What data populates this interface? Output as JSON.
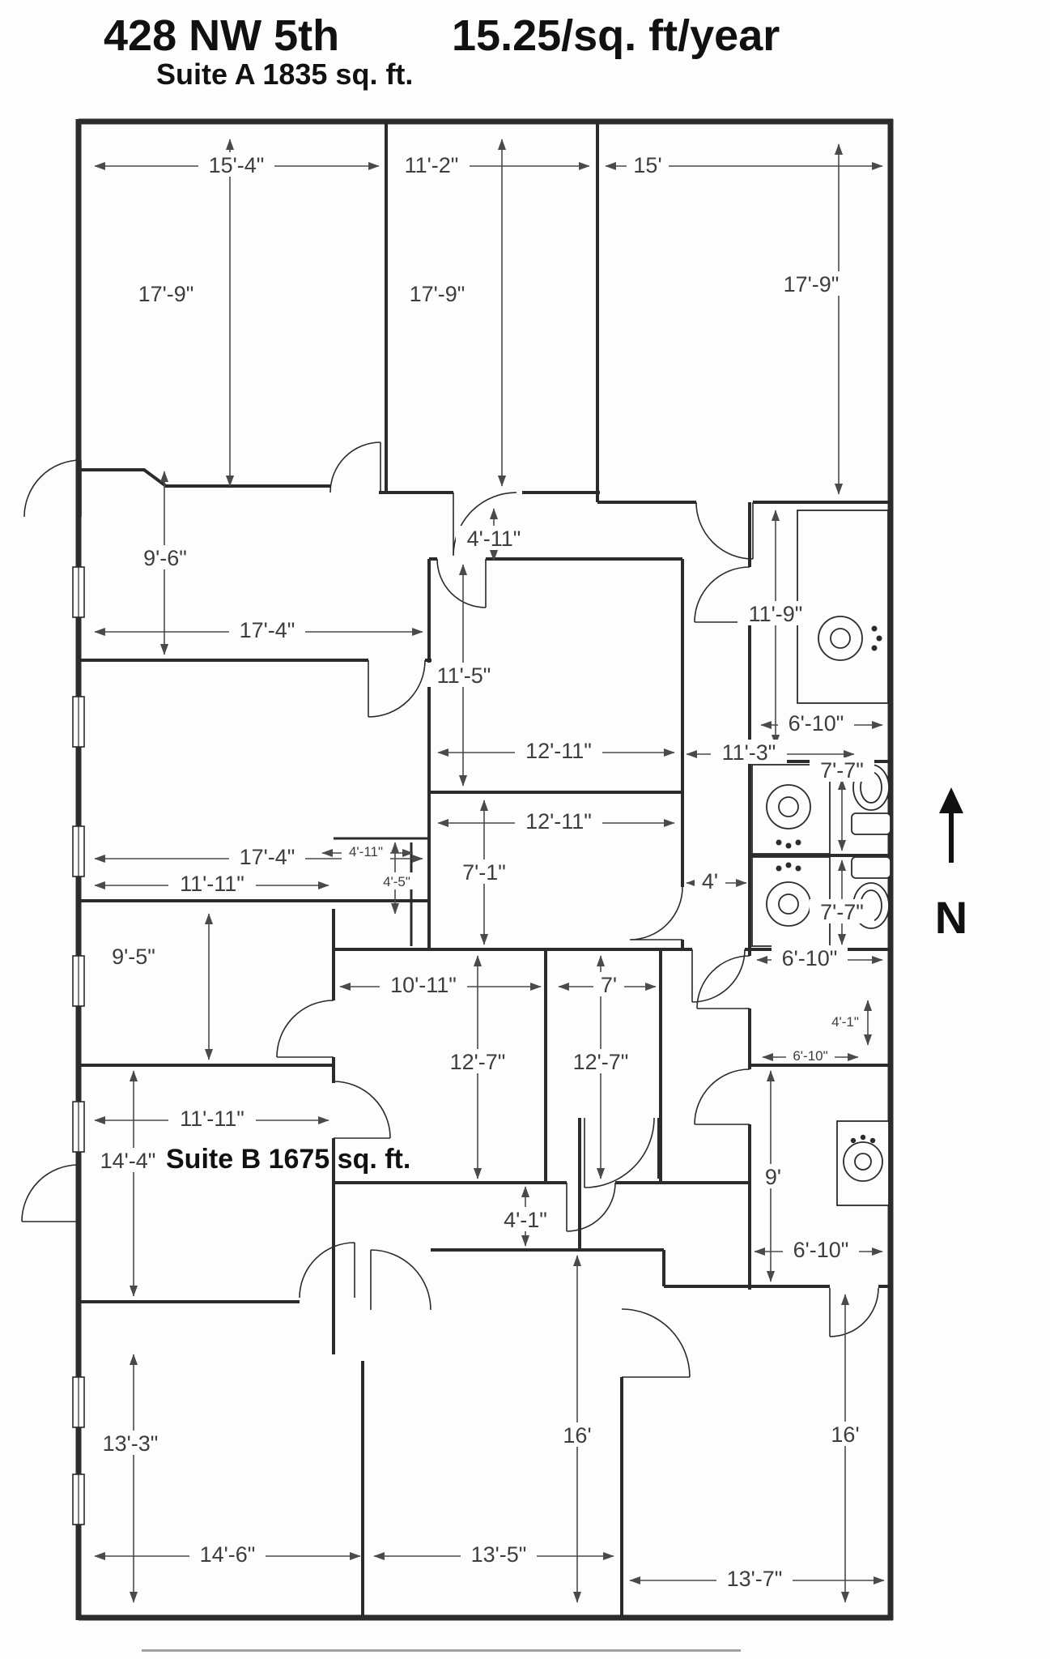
{
  "header": {
    "address": "428 NW 5th",
    "rate": "15.25/sq. ft/year",
    "suite_a": "Suite A 1835 sq. ft."
  },
  "plan": {
    "suite_b": "Suite B 1675 sq. ft.",
    "north_letter": "N",
    "dims": [
      "15'-4\"",
      "11'-2\"",
      "15'",
      "17'-9\"",
      "17'-9\"",
      "17'-9\"",
      "4'-11\"",
      "9'-6\"",
      "17'-4\"",
      "11'-5\"",
      "11'-9\"",
      "11'-3\"",
      "6'-10\"",
      "12'-11\"",
      "7'-7\"",
      "12'-11\"",
      "4'",
      "17'-4\"",
      "7'-1\"",
      "4'-11\"",
      "4'-5\"",
      "11'-11\"",
      "9'-5\"",
      "7'-7\"",
      "6'-10\"",
      "10'-11\"",
      "7'",
      "12'-7\"",
      "12'-7\"",
      "4'-1\"",
      "6'-10\"",
      "11'-11\"",
      "14'-4\"",
      "4'-1\"",
      "9'",
      "6'-10\"",
      "13'-3\"",
      "16'",
      "16'",
      "14'-6\"",
      "13'-5\"",
      "13'-7\""
    ]
  }
}
